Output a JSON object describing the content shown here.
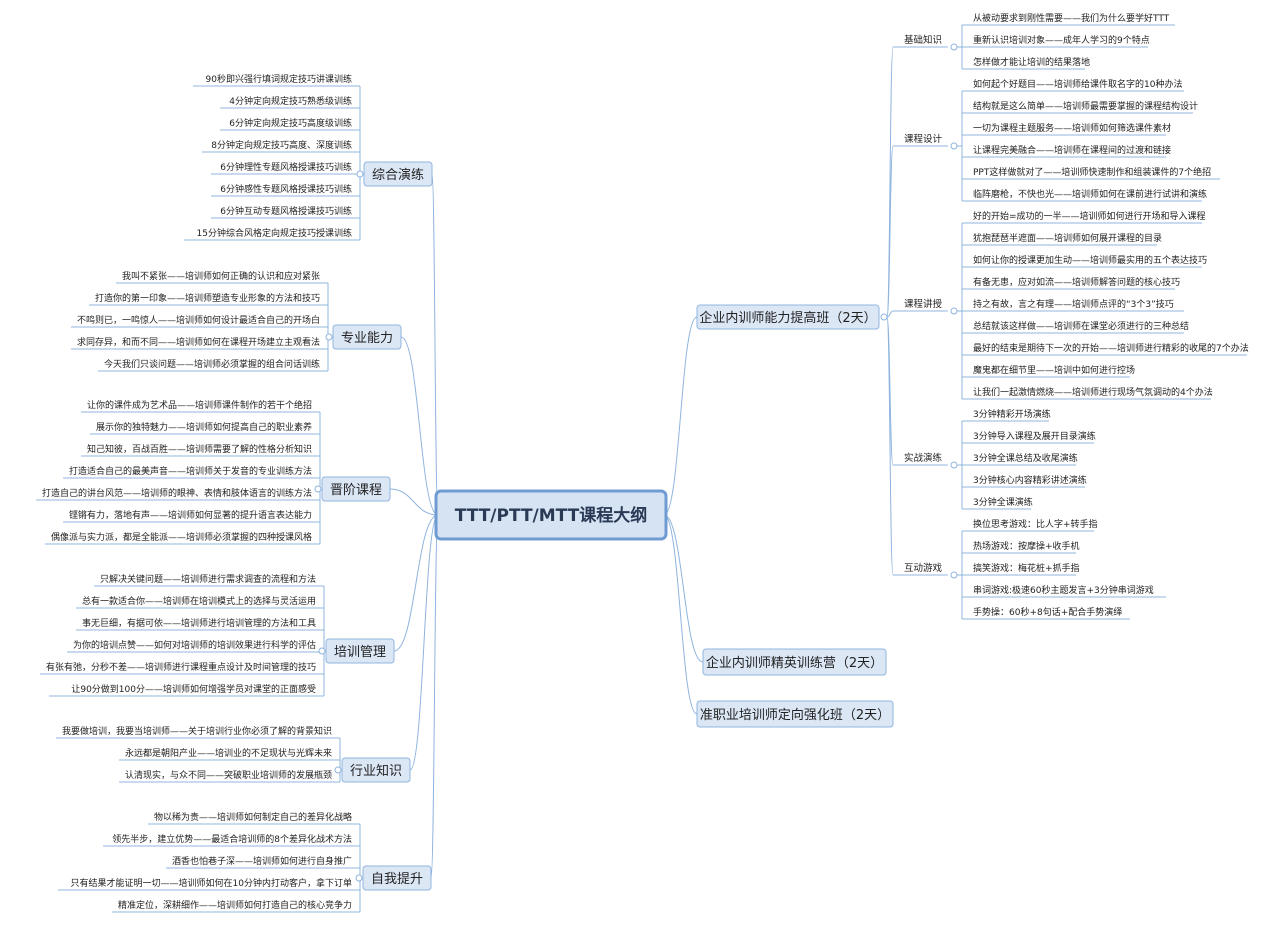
{
  "root": {
    "label": "TTT/PTT/MTT课程大纲"
  },
  "left_topics": [
    {
      "label": "综合演练",
      "items": [
        "90秒即兴强行填词规定技巧讲课训练",
        "4分钟定向规定技巧熟悉级训练",
        "6分钟定向规定技巧高度级训练",
        "8分钟定向规定技巧高度、深度训练",
        "6分钟理性专题风格授课技巧训练",
        "6分钟感性专题风格授课技巧训练",
        "6分钟互动专题风格授课技巧训练",
        "15分钟综合风格定向规定技巧授课训练"
      ]
    },
    {
      "label": "专业能力",
      "items": [
        "我叫不紧张——培训师如何正确的认识和应对紧张",
        "打造你的第一印象——培训师塑造专业形象的方法和技巧",
        "不鸣则已，一鸣惊人——培训师如何设计最适合自己的开场白",
        "求同存异，和而不同——培训师如何在课程开场建立主观看法",
        "今天我们只谈问题——培训师必须掌握的组合问话训练"
      ]
    },
    {
      "label": "晋阶课程",
      "items": [
        "让你的课件成为艺术品——培训师课件制作的若干个绝招",
        "展示你的独特魅力——培训师如何提高自己的职业素养",
        "知己知彼，百战百胜——培训师需要了解的性格分析知识",
        "打造适合自己的最美声音——培训师关于发音的专业训练方法",
        "打造自己的讲台风范——培训师的眼神、表情和肢体语言的训练方法",
        "铿锵有力，落地有声——培训师如何显著的提升语言表达能力",
        "偶像派与实力派，都是全能派——培训师必须掌握的四种授课风格"
      ]
    },
    {
      "label": "培训管理",
      "items": [
        "只解决关键问题——培训师进行需求调查的流程和方法",
        "总有一款适合你——培训师在培训模式上的选择与灵活运用",
        "事无巨细，有据可依——培训师进行培训管理的方法和工具",
        "为你的培训点赞——如何对培训师的培训效果进行科学的评估",
        "有张有弛，分秒不差——培训师进行课程重点设计及时间管理的技巧",
        "让90分做到100分——培训师如何增强学员对课堂的正面感受"
      ]
    },
    {
      "label": "行业知识",
      "items": [
        "我要做培训，我要当培训师——关于培训行业你必须了解的背景知识",
        "永远都是朝阳产业——培训业的不足现状与光辉未来",
        "认清现实，与众不同——突破职业培训师的发展瓶颈"
      ]
    },
    {
      "label": "自我提升",
      "items": [
        "物以稀为贵——培训师如何制定自己的差异化战略",
        "领先半步，建立优势——最适合培训师的8个差异化战术方法",
        "酒香也怕巷子深——培训师如何进行自身推广",
        "只有结果才能证明一切——培训师如何在10分钟内打动客户，拿下订单",
        "精准定位，深耕细作——培训师如何打造自己的核心竞争力"
      ]
    }
  ],
  "right_topics": [
    {
      "label": "企业内训师能力提高班（2天）",
      "subtopics": [
        {
          "label": "基础知识",
          "items": [
            "从被动要求到刚性需要——我们为什么要学好TTT",
            "重新认识培训对象——成年人学习的9个特点",
            "怎样做才能让培训的结果落地"
          ]
        },
        {
          "label": "课程设计",
          "items": [
            "如何起个好题目——培训师给课件取名字的10种办法",
            "结构就是这么简单——培训师最需要掌握的课程结构设计",
            "一切为课程主题服务——培训师如何筛选课件素材",
            "让课程完美融合——培训师在课程间的过渡和链接",
            "PPT这样做就对了——培训师快速制作和组装课件的7个绝招",
            "临阵磨枪，不快也光——培训师如何在课前进行试讲和演练"
          ]
        },
        {
          "label": "课程讲授",
          "items": [
            "好的开始=成功的一半——培训师如何进行开场和导入课程",
            "犹抱琵琶半遮面——培训师如何展开课程的目录",
            "如何让你的授课更加生动——培训师最实用的五个表达技巧",
            "有备无患，应对如流——培训师解答问题的核心技巧",
            "持之有故，言之有理——培训师点评的“3个3”技巧",
            "总结就该这样做——培训师在课堂必须进行的三种总结",
            "最好的结束是期待下一次的开始——培训师进行精彩的收尾的7个办法",
            "魔鬼都在细节里——培训中如何进行控场",
            "让我们一起激情燃烧——培训师进行现场气氛调动的4个办法"
          ]
        },
        {
          "label": "实战演练",
          "items": [
            "3分钟精彩开场演练",
            "3分钟导入课程及展开目录演练",
            "3分钟全课总结及收尾演练",
            "3分钟核心内容精彩讲述演练",
            "3分钟全课演练"
          ]
        },
        {
          "label": "互动游戏",
          "items": [
            "换位思考游戏：比人字+转手指",
            "热场游戏：按摩操+收手机",
            "搞笑游戏：梅花桩+抓手指",
            "串词游戏:极速60秒主题发言+3分钟串词游戏",
            "手势操：60秒+8句话+配合手势演绎"
          ]
        }
      ]
    },
    {
      "label": "企业内训师精英训练营（2天）",
      "subtopics": []
    },
    {
      "label": "准职业培训师定向强化班（2天）",
      "subtopics": []
    }
  ]
}
